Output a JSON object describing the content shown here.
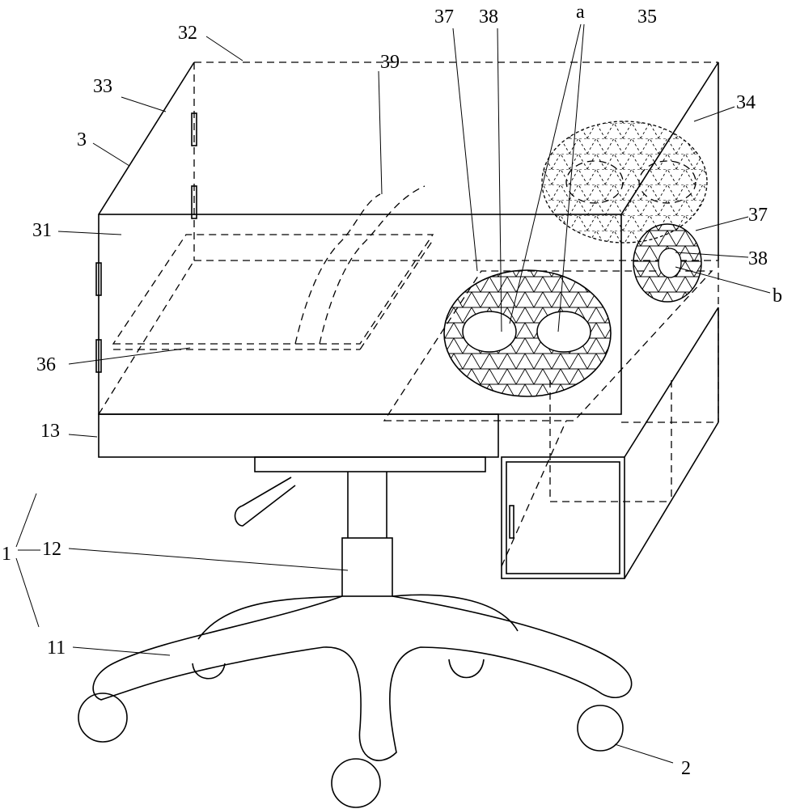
{
  "figure": {
    "labels": {
      "l32": "32",
      "l33": "33",
      "l3": "3",
      "l31": "31",
      "l39": "39",
      "l37a": "37",
      "l38a": "38",
      "la": "a",
      "l35": "35",
      "l34": "34",
      "l37b": "37",
      "l38b": "38",
      "lb": "b",
      "l36": "36",
      "l13": "13",
      "l1": "1",
      "l12": "12",
      "l11": "11",
      "l2": "2"
    }
  }
}
